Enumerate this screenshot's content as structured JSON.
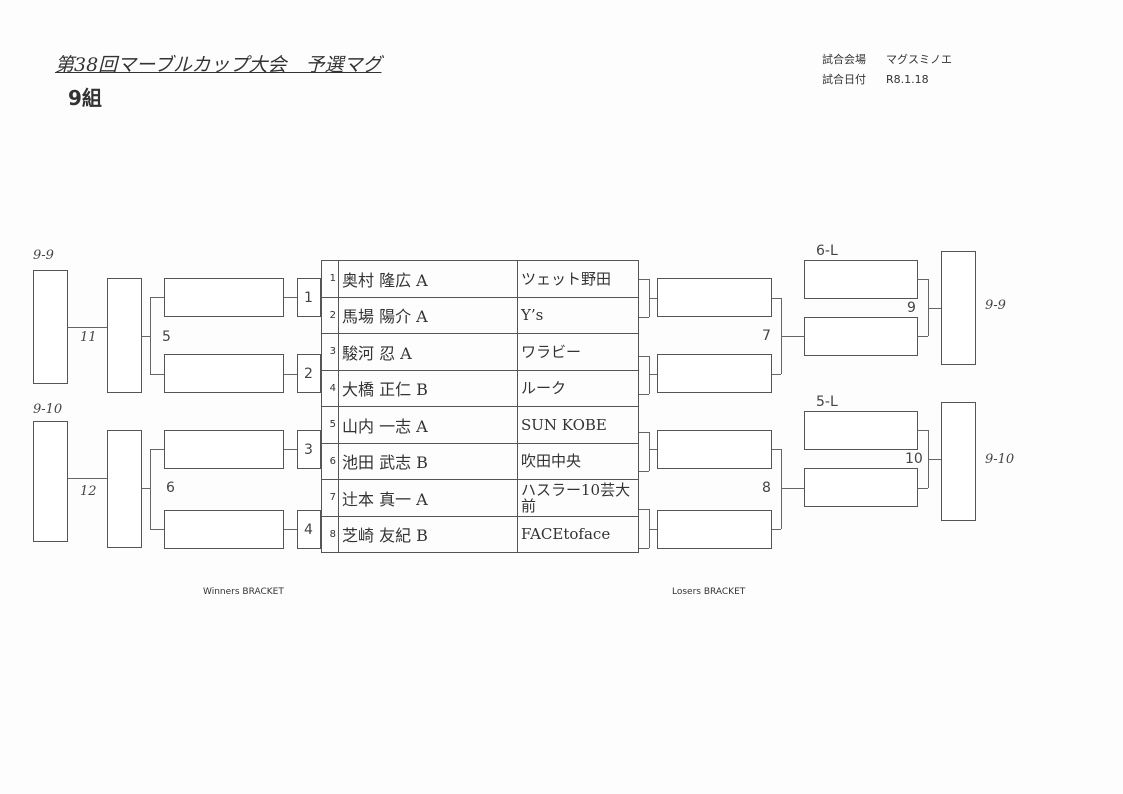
{
  "header": {
    "title": "第38回マーブルカップ大会　予選マグ",
    "group": "9組",
    "venue_label": "試合会場",
    "venue": "マグスミノエ",
    "date_label": "試合日付",
    "date": "R8.1.18"
  },
  "entries": [
    {
      "no": "1",
      "player": "奥村 隆広 A",
      "team": "ツェット野田"
    },
    {
      "no": "2",
      "player": "馬場 陽介 A",
      "team": "Y’s"
    },
    {
      "no": "3",
      "player": "駿河 忍 A",
      "team": "ワラビー"
    },
    {
      "no": "4",
      "player": "大橋 正仁 B",
      "team": "ルーク"
    },
    {
      "no": "5",
      "player": "山内 一志 A",
      "team": "SUN KOBE"
    },
    {
      "no": "6",
      "player": "池田 武志 B",
      "team": "吹田中央"
    },
    {
      "no": "7",
      "player": "辻本 真一 A",
      "team": "ハスラー10芸大前"
    },
    {
      "no": "8",
      "player": "芝崎 友紀 B",
      "team": "FACEtoface"
    }
  ],
  "winners": {
    "matches": [
      "1",
      "2",
      "3",
      "4",
      "5",
      "6"
    ],
    "hand_top": "9-9",
    "hand_bottom": "9-10",
    "hand_11": "11",
    "hand_12": "12",
    "label": "Winners BRACKET"
  },
  "losers": {
    "matches": [
      "7",
      "8",
      "9",
      "10"
    ],
    "seed_top": "6-L",
    "seed_bottom": "5-L",
    "hand_top": "9-9",
    "hand_bottom": "9-10",
    "label": "Losers BRACKET"
  }
}
